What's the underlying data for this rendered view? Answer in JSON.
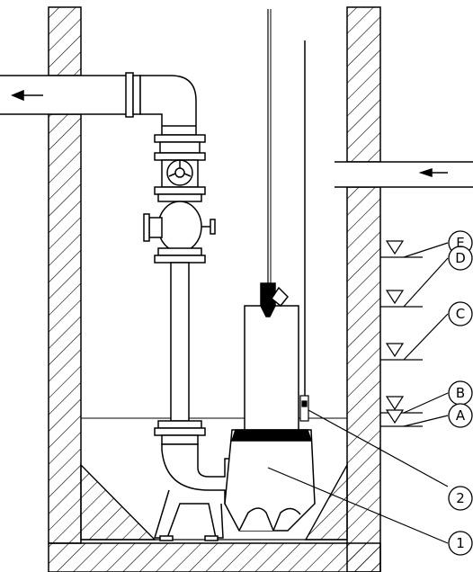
{
  "levels": [
    {
      "id": "level-e",
      "text": "E"
    },
    {
      "id": "level-d",
      "text": "D"
    },
    {
      "id": "level-c",
      "text": "C"
    },
    {
      "id": "level-b",
      "text": "B"
    },
    {
      "id": "level-a",
      "text": "A"
    }
  ],
  "callouts": [
    {
      "id": "callout-2",
      "text": "2"
    },
    {
      "id": "callout-1",
      "text": "1"
    }
  ],
  "icons": {
    "outlet_arrow": "arrow-left-icon",
    "inlet_arrow": "arrow-left-icon",
    "level_marker": "triangle-down-icon",
    "valve": "gate-valve-icon",
    "check_valve": "check-valve-icon",
    "pump": "submersible-pump-icon",
    "float_switch": "float-switch-icon"
  },
  "colors": {
    "line": "#000000",
    "background": "#ffffff"
  }
}
